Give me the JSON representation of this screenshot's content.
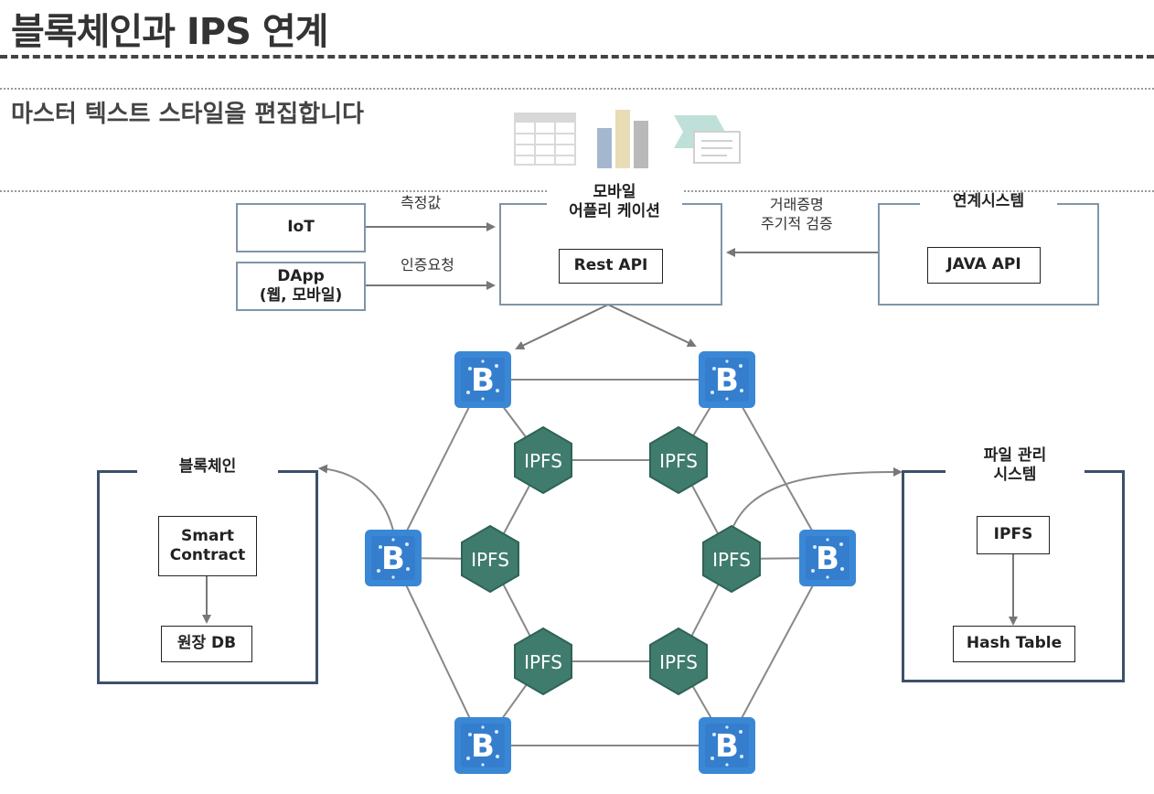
{
  "slide": {
    "title": "블록체인과 IPS 연계",
    "subtitle": "마스터 텍스트 스타일을 편집합니다"
  },
  "placeholder_icons": [
    "table-icon",
    "bar-chart-icon",
    "smartart-icon"
  ],
  "sources": {
    "iot": "IoT",
    "dapp_line1": "DApp",
    "dapp_line2": "(웹, 모바일)"
  },
  "edges": {
    "measure": "측정값",
    "auth": "인증요청",
    "verify_line1": "거래증명",
    "verify_line2": "주기적 검증"
  },
  "mobile_app": {
    "title_line1": "모바일",
    "title_line2": "어플리 케이션",
    "api": "Rest API"
  },
  "linked_system": {
    "title": "연계시스템",
    "api": "JAVA API"
  },
  "blockchain_panel": {
    "title": "블록체인",
    "contract_line1": "Smart",
    "contract_line2": "Contract",
    "ledger": "원장 DB"
  },
  "file_system_panel": {
    "title_line1": "파일 관리",
    "title_line2": "시스템",
    "ipfs": "IPFS",
    "hash_table": "Hash Table"
  },
  "network": {
    "node_label": "IPFS",
    "blockchain_glyph": "B"
  },
  "colors": {
    "block_blue": "#3a87d6",
    "ipfs_green": "#3f7c6e",
    "box_border": "#7f95a8",
    "bracket": "#3d4f6b"
  }
}
